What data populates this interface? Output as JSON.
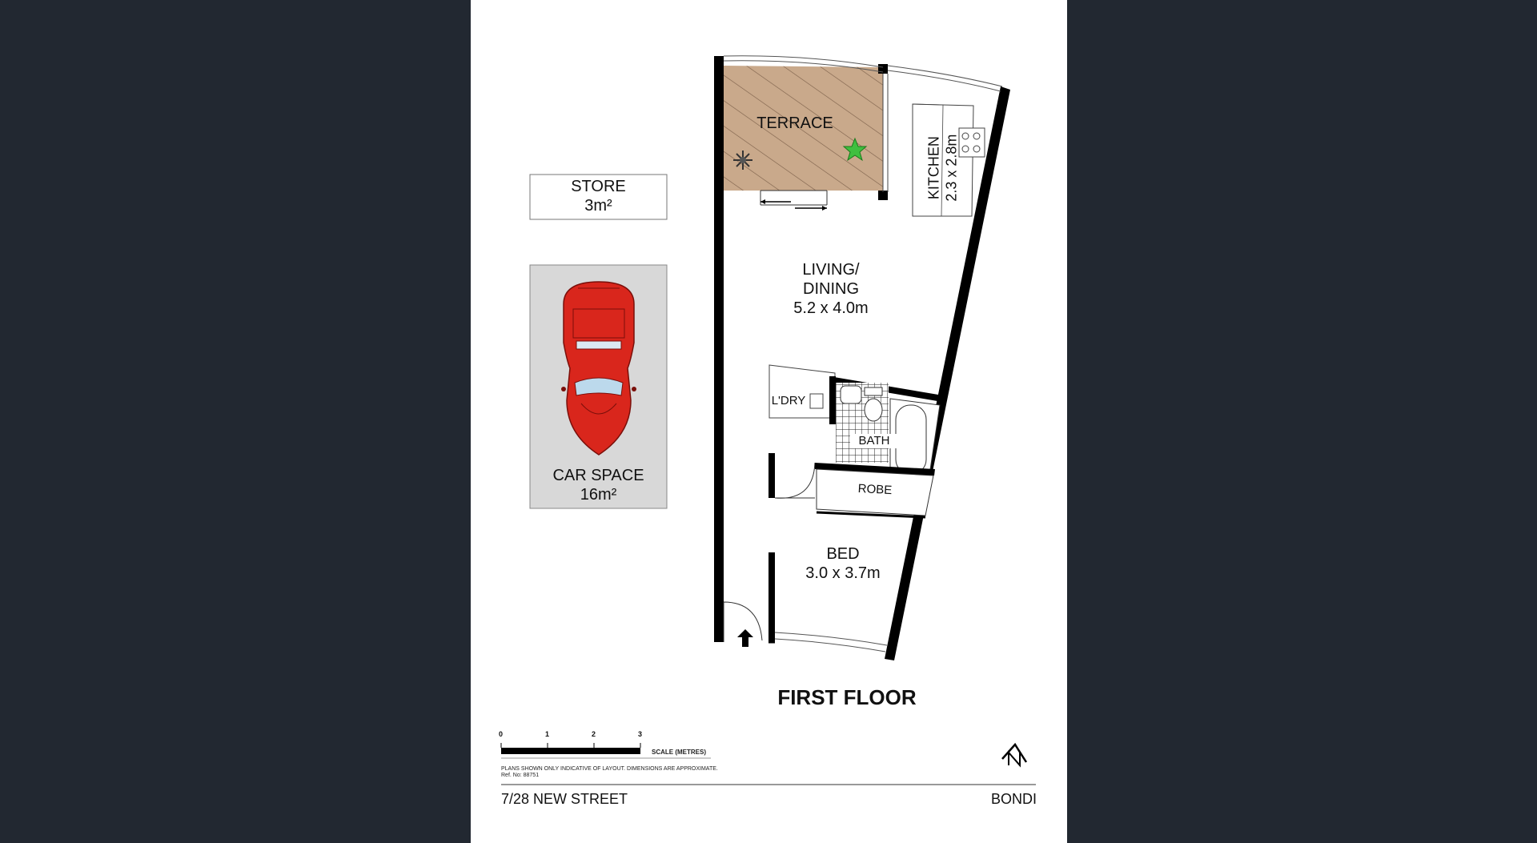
{
  "plan": {
    "title": "FIRST FLOOR",
    "rooms": {
      "terrace": "TERRACE",
      "kitchen_name": "KITCHEN",
      "kitchen_size": "2.3 x 2.8m",
      "living_name_1": "LIVING/",
      "living_name_2": "DINING",
      "living_size": "5.2 x 4.0m",
      "laundry": "L'DRY",
      "bath": "BATH",
      "robe": "ROBE",
      "bed_name": "BED",
      "bed_size": "3.0 x 3.7m",
      "store_name": "STORE",
      "store_area": "3m²",
      "car_name": "CAR SPACE",
      "car_area": "16m²"
    },
    "scale": {
      "ticks": [
        "0",
        "1",
        "2",
        "3"
      ],
      "label": "SCALE (METRES)"
    },
    "disclaimer": "PLANS SHOWN ONLY INDICATIVE OF LAYOUT.  DIMENSIONS ARE APPROXIMATE.",
    "ref": "Ref. No: 88751",
    "address": "7/28 NEW STREET",
    "suburb": "BONDI",
    "north_label": "N"
  },
  "colors": {
    "background": "#222831",
    "sheet": "#ffffff",
    "terrace_fill": "#c9a98b",
    "car_space_fill": "#d8d8d8",
    "car_body": "#d9261c",
    "plant": "#3fbf3f",
    "wall": "#000000"
  },
  "icons": [
    "car-icon",
    "plant-icon",
    "north-arrow-icon",
    "entry-arrow-icon",
    "cooktop-icon",
    "bathtub-icon",
    "toilet-icon",
    "basin-icon",
    "sliding-door-icon"
  ]
}
